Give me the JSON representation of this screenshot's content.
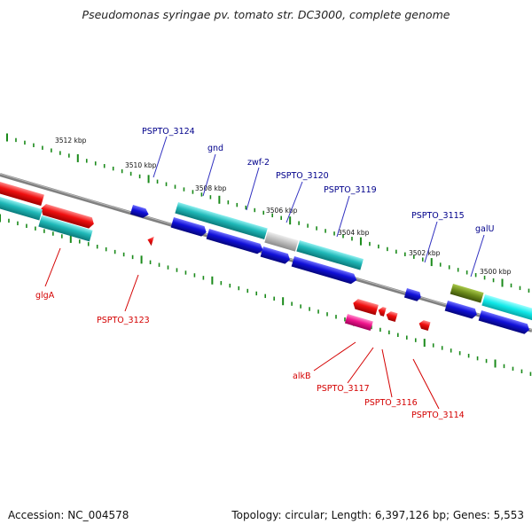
{
  "title": "Pseudomonas syringae pv. tomato str. DC3000, complete genome",
  "footer": {
    "accession": "Accession: NC_004578",
    "summary": "Topology: circular; Length: 6,397,126 bp; Genes: 5,553"
  },
  "scale_labels": [
    "3512 kbp",
    "3510 kbp",
    "3508 kbp",
    "3506 kbp",
    "3504 kbp",
    "3502 kbp",
    "3500 kbp"
  ],
  "gene_labels_top": [
    "PSPTO_3124",
    "gnd",
    "zwf-2",
    "PSPTO_3120",
    "PSPTO_3119",
    "PSPTO_3115",
    "galU"
  ],
  "gene_labels_bottom": [
    "glgA",
    "PSPTO_3123",
    "alkB",
    "PSPTO_3117",
    "PSPTO_3116",
    "PSPTO_3114"
  ],
  "colors": {
    "backbone": "#808080",
    "tick": "#1a8a1a",
    "cds": "#1010d8",
    "gene_teal": "#1fb8b8",
    "gene_red": "#f01010",
    "gene_pink": "#f0148c",
    "gene_grey": "#bcbcbc",
    "gene_olive": "#6b8a1a",
    "gene_cyan": "#10e8e8",
    "label_blue": "#00008b",
    "label_red": "#d40000"
  }
}
